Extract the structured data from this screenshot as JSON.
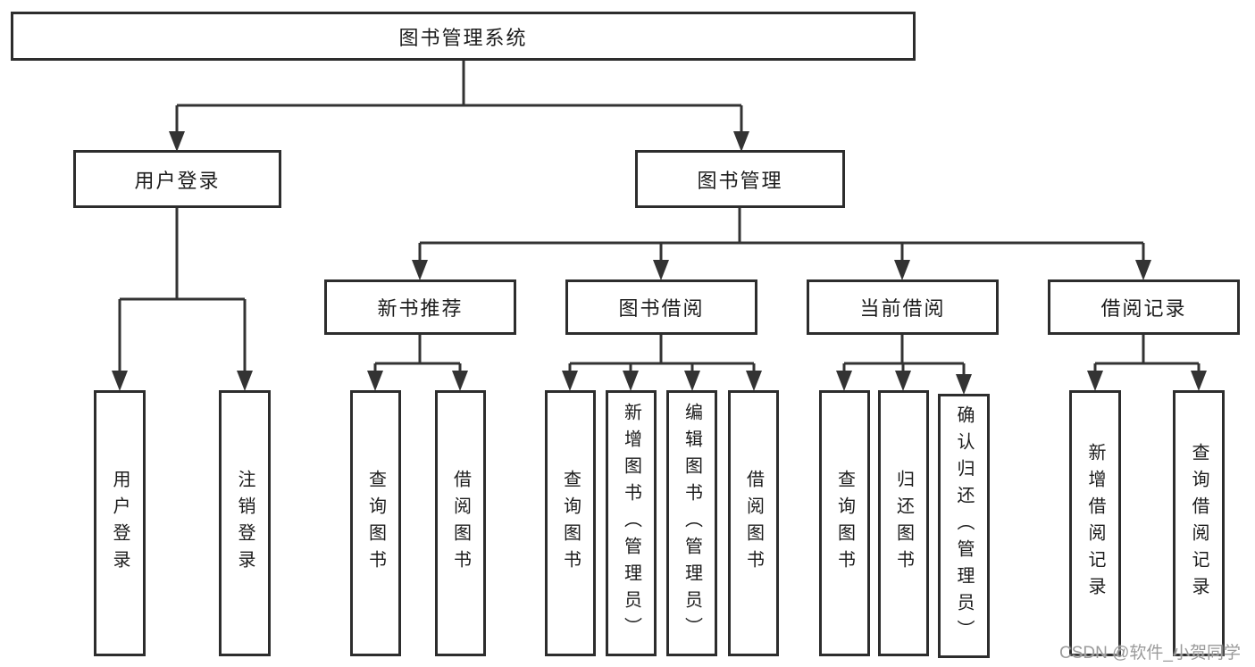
{
  "tree": {
    "label": "图书管理系统",
    "children": [
      {
        "label": "用户登录",
        "children": [
          {
            "label": "用户登录"
          },
          {
            "label": "注销登录"
          }
        ]
      },
      {
        "label": "图书管理",
        "children": [
          {
            "label": "新书推荐",
            "children": [
              {
                "label": "查询图书"
              },
              {
                "label": "借阅图书"
              }
            ]
          },
          {
            "label": "图书借阅",
            "children": [
              {
                "label": "查询图书"
              },
              {
                "label": "新增图书（管理员）"
              },
              {
                "label": "编辑图书（管理员）"
              },
              {
                "label": "借阅图书"
              }
            ]
          },
          {
            "label": "当前借阅",
            "children": [
              {
                "label": "查询图书"
              },
              {
                "label": "归还图书"
              },
              {
                "label": "确认归还（管理员）"
              }
            ]
          },
          {
            "label": "借阅记录",
            "children": [
              {
                "label": "新增借阅记录"
              },
              {
                "label": "查询借阅记录"
              }
            ]
          }
        ]
      }
    ]
  },
  "watermark": {
    "text": "CSDN @软件_小贺同学"
  },
  "colors": {
    "background": "#ffffff",
    "box_border": "#2d2d2d",
    "line": "#333333",
    "text": "#1c1c1c",
    "watermark": "#9b9b9b"
  }
}
